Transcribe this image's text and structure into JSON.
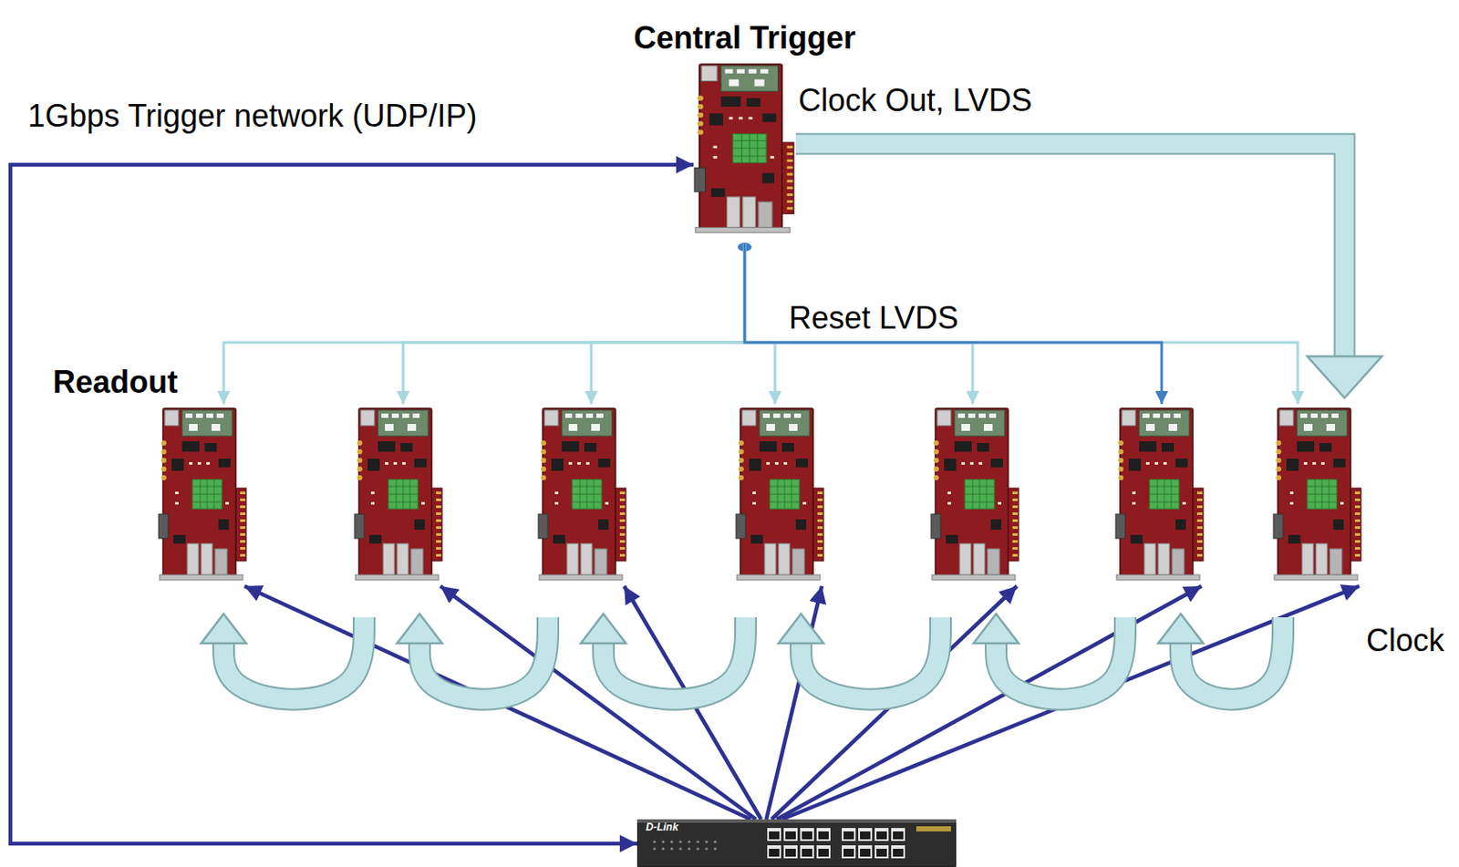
{
  "diagram": {
    "nodes": [
      {
        "text": [
          "Central Trigger"
        ]
      },
      {
        "text": [
          "Readout"
        ]
      },
      {
        "text": []
      },
      {
        "text": []
      },
      {
        "text": []
      },
      {
        "text": []
      },
      {
        "text": []
      },
      {
        "text": []
      },
      {
        "text": [
          "D-Link"
        ]
      }
    ],
    "edges": [
      {
        "from": 8,
        "to": 0,
        "arrow": "both",
        "label": "1Gbps Trigger network (UDP/IP)"
      },
      {
        "from": 0,
        "to": 7,
        "arrow": "to",
        "label": "Clock Out, LVDS"
      },
      {
        "from": 0,
        "to": 1,
        "arrow": "to"
      },
      {
        "from": 0,
        "to": 2,
        "arrow": "to"
      },
      {
        "from": 0,
        "to": 3,
        "arrow": "to"
      },
      {
        "from": 0,
        "to": 4,
        "arrow": "to"
      },
      {
        "from": 0,
        "to": 5,
        "arrow": "to"
      },
      {
        "from": 0,
        "to": 6,
        "arrow": "to"
      },
      {
        "from": 0,
        "to": 7,
        "arrow": "to"
      },
      {
        "from": 8,
        "to": 1,
        "arrow": "to"
      },
      {
        "from": 8,
        "to": 2,
        "arrow": "to"
      },
      {
        "from": 8,
        "to": 3,
        "arrow": "to"
      },
      {
        "from": 8,
        "to": 4,
        "arrow": "to"
      },
      {
        "from": 8,
        "to": 5,
        "arrow": "to"
      },
      {
        "from": 8,
        "to": 6,
        "arrow": "to"
      },
      {
        "from": 8,
        "to": 7,
        "arrow": "to"
      },
      {
        "from": 7,
        "to": 6,
        "arrow": "to"
      },
      {
        "from": 6,
        "to": 5,
        "arrow": "to"
      },
      {
        "from": 5,
        "to": 4,
        "arrow": "to"
      },
      {
        "from": 4,
        "to": 3,
        "arrow": "to"
      },
      {
        "from": 3,
        "to": 2,
        "arrow": "to"
      },
      {
        "from": 2,
        "to": 1,
        "arrow": "to"
      }
    ],
    "labels": [
      "Reset LVDS",
      "Clock"
    ]
  }
}
